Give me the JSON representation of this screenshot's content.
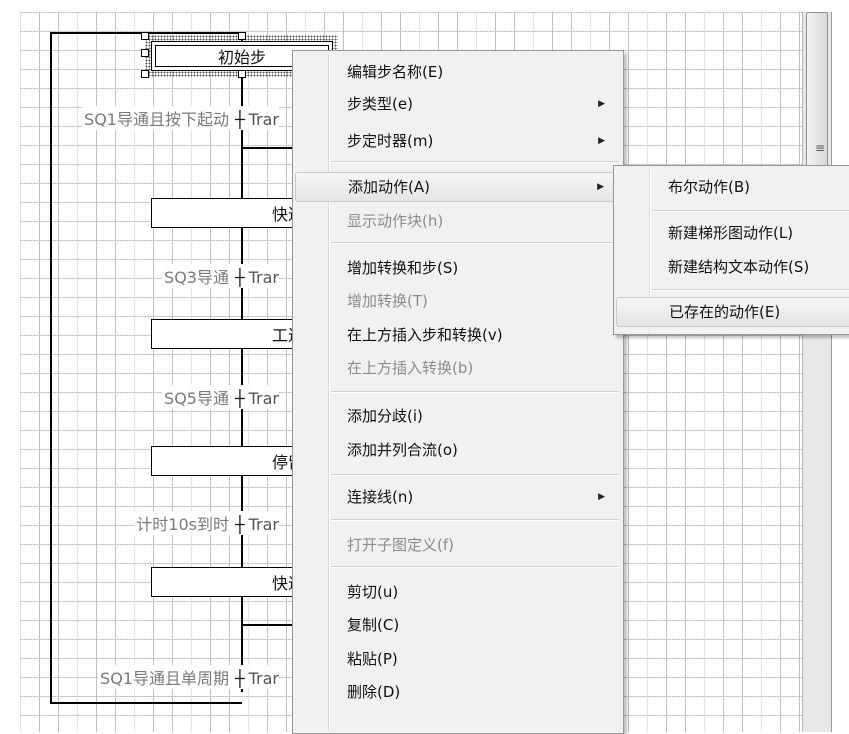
{
  "diagram": {
    "steps": [
      {
        "id": "s1",
        "label": "初始步"
      },
      {
        "id": "s2",
        "label": "快进步"
      },
      {
        "id": "s3",
        "label": "工进步"
      },
      {
        "id": "s4",
        "label": "停留步"
      },
      {
        "id": "s5",
        "label": "快退步"
      }
    ],
    "transitions": [
      {
        "condition": "SQ1导通且按下起动",
        "name": "Trar"
      },
      {
        "condition": "SQ3导通",
        "name": "Trar"
      },
      {
        "condition": "SQ5导通",
        "name": "Trar"
      },
      {
        "condition": "计时10s到时",
        "name": "Trar"
      },
      {
        "condition": "SQ1导通且单周期",
        "name": "Trar"
      }
    ]
  },
  "scrollbar": {
    "grip_icon": "grip-lines-icon",
    "grip_glyph": "≡"
  },
  "context_menu": {
    "items": [
      {
        "label": "编辑步名称(E)",
        "enabled": true
      },
      {
        "label": "步类型(e)",
        "enabled": true,
        "submenu": true
      },
      {
        "label": "步定时器(m)",
        "enabled": true,
        "submenu": true
      },
      {
        "label": "添加动作(A)",
        "enabled": true,
        "submenu": true,
        "highlighted": true
      },
      {
        "label": "显示动作块(h)",
        "enabled": false
      },
      {
        "label": "增加转换和步(S)",
        "enabled": true
      },
      {
        "label": "增加转换(T)",
        "enabled": false
      },
      {
        "label": "在上方插入步和转换(v)",
        "enabled": true
      },
      {
        "label": "在上方插入转换(b)",
        "enabled": false
      },
      {
        "label": "添加分歧(i)",
        "enabled": true
      },
      {
        "label": "添加并列合流(o)",
        "enabled": true
      },
      {
        "label": "连接线(n)",
        "enabled": true,
        "submenu": true
      },
      {
        "label": "打开子图定义(f)",
        "enabled": false
      },
      {
        "label": "剪切(u)",
        "enabled": true
      },
      {
        "label": "复制(C)",
        "enabled": true
      },
      {
        "label": "粘贴(P)",
        "enabled": true
      },
      {
        "label": "删除(D)",
        "enabled": true
      }
    ],
    "arrow_glyph": "▶"
  },
  "submenu": {
    "items": [
      {
        "label": "布尔动作(B)",
        "highlighted": false
      },
      {
        "label": "新建梯形图动作(L)",
        "highlighted": false
      },
      {
        "label": "新建结构文本动作(S)",
        "highlighted": false
      },
      {
        "label": "已存在的动作(E)",
        "highlighted": true
      }
    ]
  },
  "colors": {
    "grid": "#bfbfbf",
    "menu_bg": "#f1f1f1",
    "disabled_text": "#8c8c8c",
    "transition_text": "#7a7a7a"
  }
}
